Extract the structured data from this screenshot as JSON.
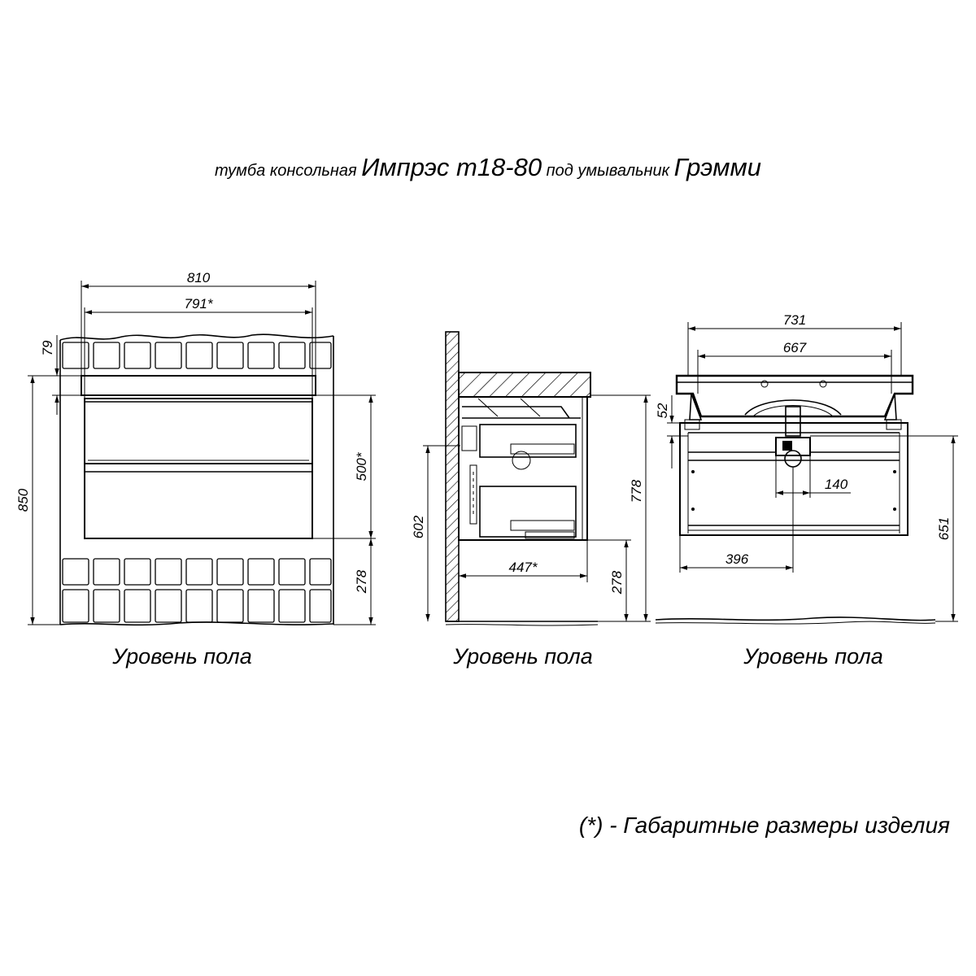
{
  "title": {
    "part1": "тумба консольная ",
    "part2": "Импрэс т18-80",
    "part3": " под умывальник ",
    "part4": "Грэмми"
  },
  "views": {
    "front": {
      "floor_label": "Уровень пола",
      "dims": {
        "total_width": "810",
        "body_width": "791*",
        "top_thickness": "79",
        "total_height": "850",
        "body_height": "500*",
        "floor_gap": "278"
      }
    },
    "side": {
      "floor_label": "Уровень пола",
      "dims": {
        "lower_height": "602",
        "depth": "447*",
        "floor_gap": "278",
        "total_height": "778"
      }
    },
    "back": {
      "floor_label": "Уровень пола",
      "dims": {
        "outer_width": "731",
        "inner_width": "667",
        "top_offset": "52",
        "drain_width": "140",
        "drain_offset": "396",
        "drain_height": "651"
      }
    }
  },
  "footnote": "(*) - Габаритные размеры изделия"
}
